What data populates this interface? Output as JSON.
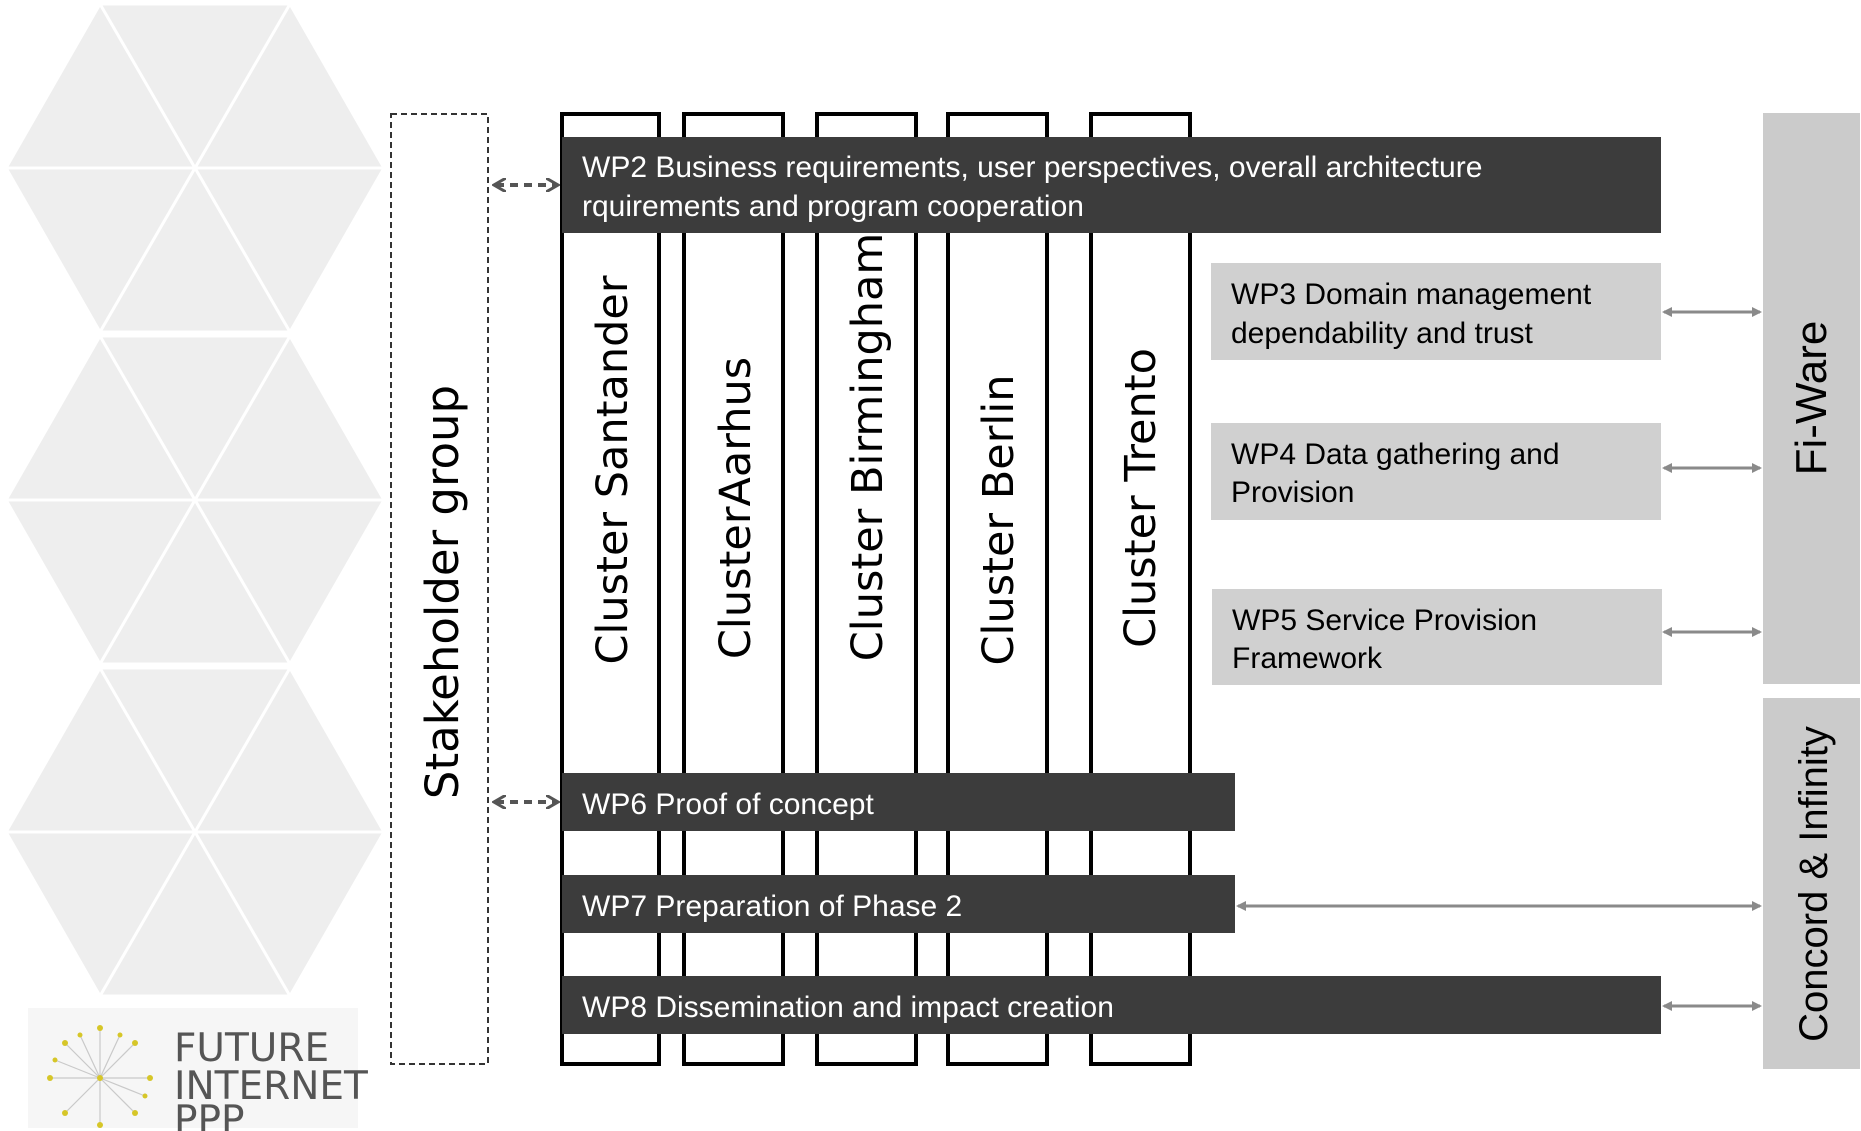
{
  "stakeholder": {
    "label": "Stakeholder group"
  },
  "clusters": [
    {
      "label": "Cluster Santander"
    },
    {
      "label": "ClusterAarhus"
    },
    {
      "label": "Cluster Birmingham"
    },
    {
      "label": "Cluster Berlin"
    },
    {
      "label": "Cluster Trento"
    }
  ],
  "work_packages": {
    "wp2": {
      "line1": "WP2 Business requirements, user perspectives, overall architecture",
      "line2": "rquirements and program cooperation"
    },
    "wp3": {
      "line1": "WP3 Domain management",
      "line2": "dependability and trust"
    },
    "wp4": {
      "line1": "WP4 Data gathering and",
      "line2": "Provision"
    },
    "wp5": {
      "line1": "WP5  Service Provision",
      "line2": "Framework"
    },
    "wp6": {
      "label": "WP6 Proof of concept"
    },
    "wp7": {
      "label": "WP7 Preparation of Phase 2"
    },
    "wp8": {
      "label": "WP8 Dissemination and impact creation"
    }
  },
  "external": {
    "fiware": "Fi-Ware",
    "concord": "Concord & Infinity"
  },
  "logo": {
    "line1": "FUTURE",
    "line2": "INTERNET",
    "line3": "PPP"
  },
  "colors": {
    "dark_bar": "#3c3c3c",
    "light_box": "#d0d0d0",
    "side_panel": "#cbcbcb",
    "hex_tile": "#eeeeee",
    "arrow_grey": "#8a8a8a",
    "arrow_dark": "#555555"
  }
}
